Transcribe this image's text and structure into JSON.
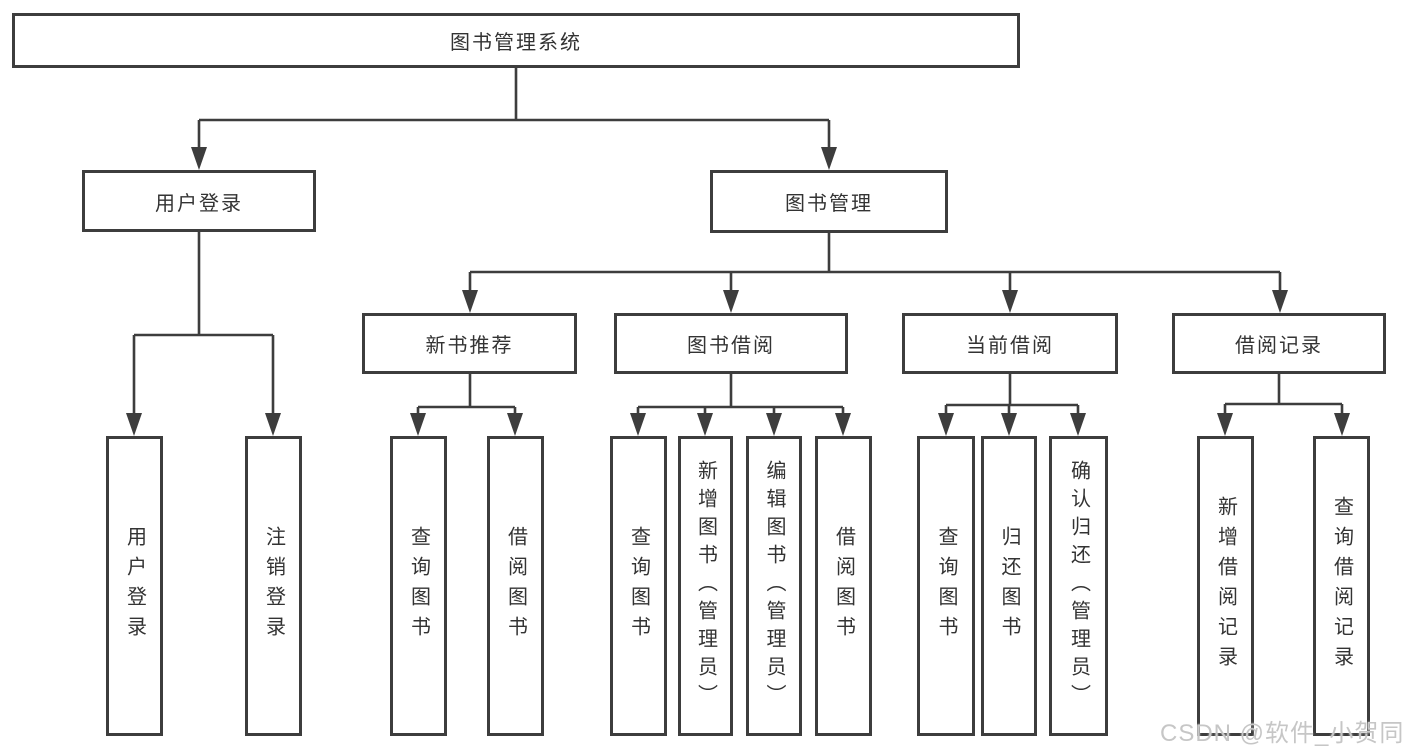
{
  "diagram_title": "图书管理系统",
  "watermark": "CSDN @软件_小贺同学",
  "colors": {
    "line": "#3d3d3d",
    "text": "#333333",
    "background": "#ffffff",
    "watermark": "#c6c6c6"
  },
  "nodes": {
    "root": {
      "label": "图书管理系统"
    },
    "level2": [
      {
        "label": "用户登录"
      },
      {
        "label": "图书管理"
      }
    ],
    "level3": [
      {
        "label": "新书推荐",
        "parent": "图书管理"
      },
      {
        "label": "图书借阅",
        "parent": "图书管理"
      },
      {
        "label": "当前借阅",
        "parent": "图书管理"
      },
      {
        "label": "借阅记录",
        "parent": "图书管理"
      }
    ],
    "leaves": [
      {
        "label": "用户登录",
        "parent": "用户登录"
      },
      {
        "label": "注销登录",
        "parent": "用户登录"
      },
      {
        "label": "查询图书",
        "parent": "新书推荐"
      },
      {
        "label": "借阅图书",
        "parent": "新书推荐"
      },
      {
        "label": "查询图书",
        "parent": "图书借阅"
      },
      {
        "label": "新增图书（管理员）",
        "parent": "图书借阅"
      },
      {
        "label": "编辑图书（管理员）",
        "parent": "图书借阅"
      },
      {
        "label": "借阅图书",
        "parent": "图书借阅"
      },
      {
        "label": "查询图书",
        "parent": "当前借阅"
      },
      {
        "label": "归还图书",
        "parent": "当前借阅"
      },
      {
        "label": "确认归还（管理员）",
        "parent": "当前借阅"
      },
      {
        "label": "新增借阅记录",
        "parent": "借阅记录"
      },
      {
        "label": "查询借阅记录",
        "parent": "借阅记录"
      }
    ]
  }
}
